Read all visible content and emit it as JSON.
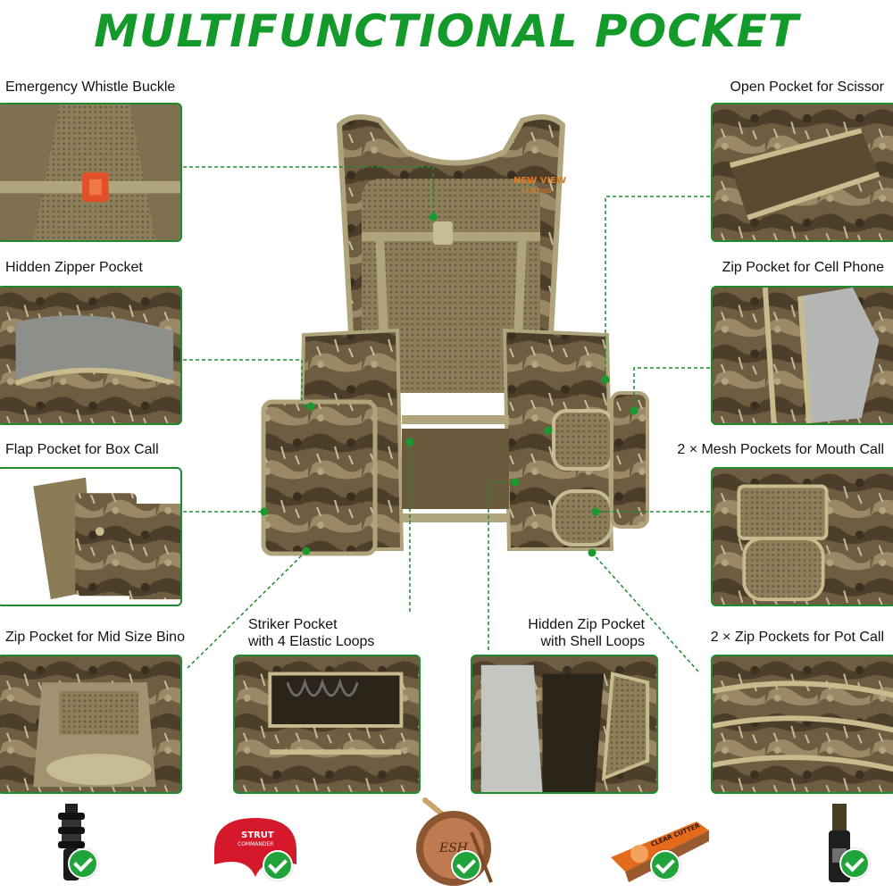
{
  "title": "MULTIFUNCTIONAL POCKET",
  "features": {
    "emergency_whistle": "Emergency Whistle Buckle",
    "hidden_zipper": "Hidden Zipper Pocket",
    "flap_pocket": "Flap Pocket for Box Call",
    "mid_bino": "Zip Pocket for Mid Size Bino",
    "striker_line1": "Striker Pocket",
    "striker_line2": "with 4 Elastic Loops",
    "hidden_zip_line1": "Hidden Zip Pocket",
    "hidden_zip_line2": "with Shell Loops",
    "pot_call": "2 × Zip Pockets for Pot Call",
    "scissor": "Open Pocket for Scissor",
    "cell_phone": "Zip Pocket for Cell Phone",
    "mouth_call": "2 × Mesh Pockets for Mouth Call"
  },
  "vest_brand": "NEW VIEW",
  "vest_brand_sub": "HUNTING",
  "calls": {
    "strut_brand": "STRUT",
    "strut_sub": "COMMANDER",
    "pot_brand": "ESH",
    "box_brand": "CLEAR CUTTER"
  },
  "colors": {
    "accent": "#139a2a",
    "line": "#1f8b2e",
    "camo_dark": "#4a3b28",
    "camo_light": "#8d7a5a"
  }
}
